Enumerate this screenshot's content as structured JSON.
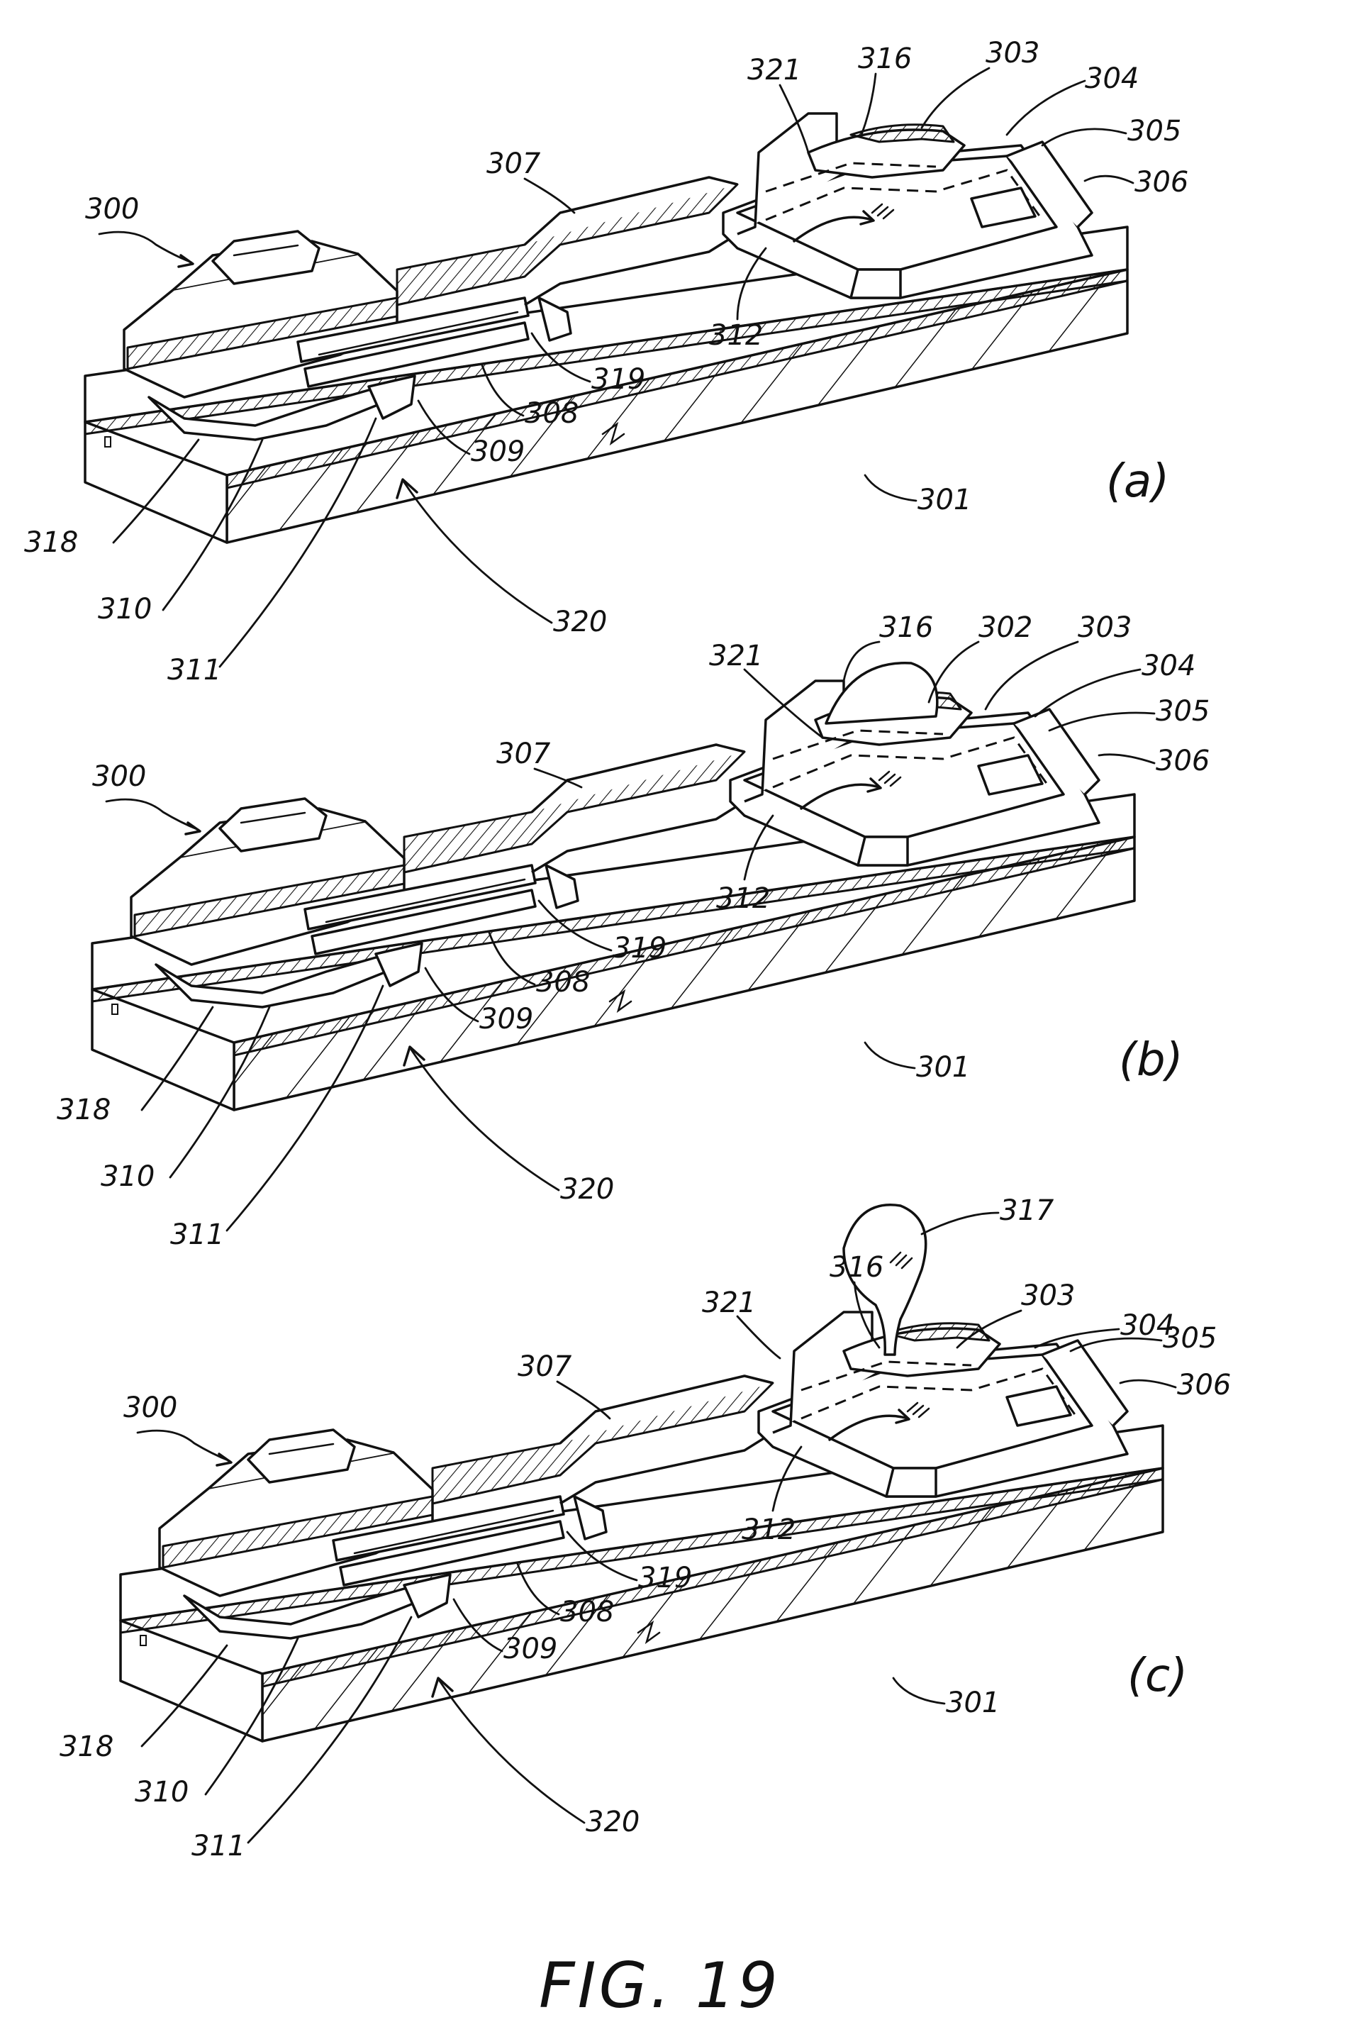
{
  "figure": {
    "caption": "FIG. 19",
    "panels": [
      {
        "id": "a",
        "sub_label": "(a)",
        "labels": {
          "l300": "300",
          "l307": "307",
          "l321": "321",
          "l316": "316",
          "l303": "303",
          "l304": "304",
          "l305": "305",
          "l306": "306",
          "l312": "312",
          "l319": "319",
          "l308": "308",
          "l309": "309",
          "l301": "301",
          "l318": "318",
          "l310": "310",
          "l320": "320",
          "l311": "311"
        }
      },
      {
        "id": "b",
        "sub_label": "(b)",
        "labels": {
          "l300": "300",
          "l307": "307",
          "l321": "321",
          "l316": "316",
          "l302": "302",
          "l303": "303",
          "l304": "304",
          "l305": "305",
          "l306": "306",
          "l312": "312",
          "l319": "319",
          "l308": "308",
          "l309": "309",
          "l301": "301",
          "l318": "318",
          "l310": "310",
          "l320": "320",
          "l311": "311"
        }
      },
      {
        "id": "c",
        "sub_label": "(c)",
        "labels": {
          "l300": "300",
          "l307": "307",
          "l321": "321",
          "l316": "316",
          "l317": "317",
          "l303": "303",
          "l304": "304",
          "l305": "305",
          "l306": "306",
          "l312": "312",
          "l319": "319",
          "l308": "308",
          "l309": "309",
          "l301": "301",
          "l318": "318",
          "l310": "310",
          "l320": "320",
          "l311": "311"
        }
      }
    ]
  }
}
